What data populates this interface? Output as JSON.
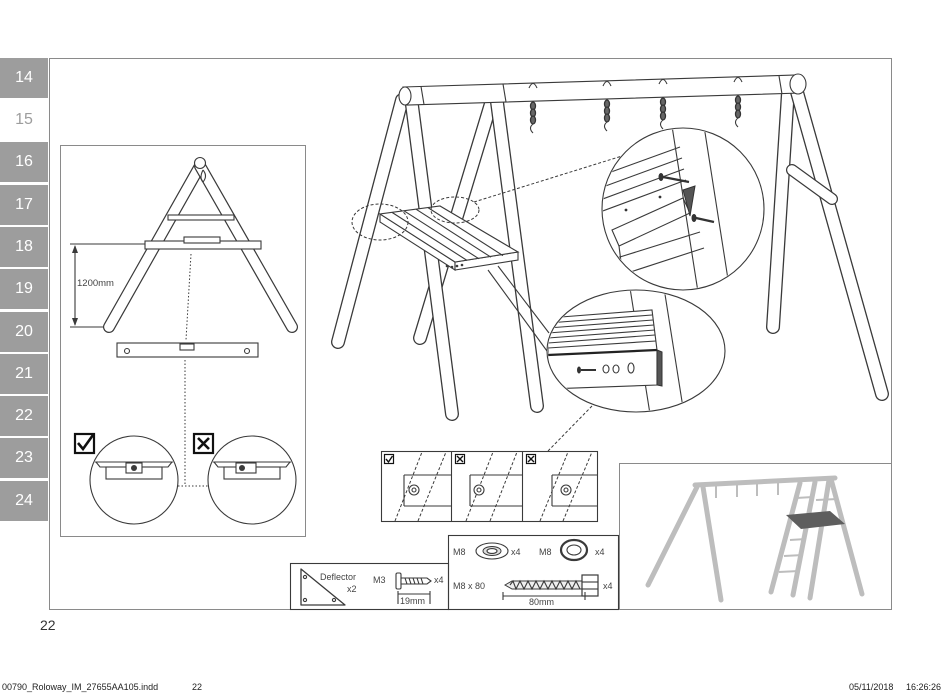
{
  "step_tabs": [
    {
      "label": "14",
      "active": false
    },
    {
      "label": "15",
      "active": true
    },
    {
      "label": "16",
      "active": false
    },
    {
      "label": "17",
      "active": false
    },
    {
      "label": "18",
      "active": false
    },
    {
      "label": "19",
      "active": false
    },
    {
      "label": "20",
      "active": false
    },
    {
      "label": "21",
      "active": false
    },
    {
      "label": "22",
      "active": false
    },
    {
      "label": "23",
      "active": false
    },
    {
      "label": "24",
      "active": false
    }
  ],
  "leveling_inset": {
    "height_dimension": "1200mm",
    "icons": [
      "check-box-icon",
      "cross-box-icon",
      "spirit-level-icon"
    ]
  },
  "alignment_checks": {
    "icons": [
      "check-box-icon",
      "cross-box-icon",
      "cross-box-icon"
    ]
  },
  "parts": {
    "deflector": {
      "name": "Deflector",
      "qty": "x2"
    },
    "screw": {
      "size": "M3",
      "qty": "x4",
      "length": "19mm"
    },
    "washer": {
      "size": "M8",
      "qty": "x4"
    },
    "nut": {
      "size": "M8",
      "qty": "x4"
    },
    "bolt": {
      "size": "M8 x 80",
      "qty": "x4",
      "length": "80mm"
    }
  },
  "document": {
    "page_number": "22",
    "footer": {
      "file_name": "00790_Roloway_IM_27655AA105.indd",
      "file_page": "22",
      "date": "05/11/2018",
      "time": "16:26:26"
    }
  },
  "colors": {
    "tab": "#9d9d9d",
    "line": "#3a3a3a",
    "frame": "#8a8a8a",
    "preview_gray": "#bdbdbd",
    "platform": "#5e5e5e"
  }
}
